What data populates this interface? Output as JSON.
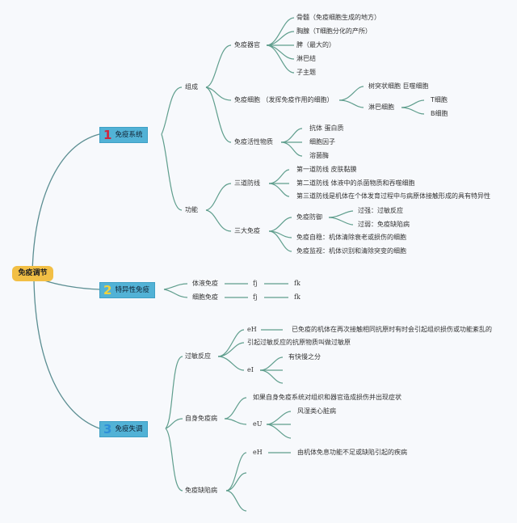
{
  "root": {
    "label": "免疫调节"
  },
  "branches": [
    {
      "number": "1",
      "number_color": "#d0263e",
      "label": "免疫系统",
      "children": {
        "composition": {
          "label": "组成",
          "organs": {
            "label": "免疫器官",
            "items": [
              "骨髓（免疫细胞生成的地方）",
              "胸腺（T细胞分化的产所）",
              "脾（最大的）",
              "淋巴结",
              "子主题"
            ]
          },
          "cells": {
            "label": "免疫细胞 （发挥免疫作用的细胞）",
            "items": [
              {
                "label": "树突状细胞 巨噬细胞"
              },
              {
                "label": "淋巴细胞",
                "items": [
                  "T细胞",
                  "B细胞"
                ]
              }
            ]
          },
          "substances": {
            "label": "免疫活性物质",
            "items": [
              "抗体 蛋白质",
              "细胞因子",
              "溶菌酶"
            ]
          }
        },
        "function": {
          "label": "功能",
          "lines": {
            "label": "三道防线",
            "items": [
              "第一道防线 皮肤黏膜",
              "第二道防线 体液中的杀菌物质和吞噬细胞",
              "第三道防线是机体在个体发育过程中与病原体接触形成的具有特异性"
            ]
          },
          "three": {
            "label": "三大免疫",
            "defense": {
              "label": "免疫防御",
              "items": [
                "过强：过敏反应",
                "过弱：免疫缺陷病"
              ]
            },
            "items": [
              "免疫自稳：机体清除衰老或损伤的细胞",
              "免疫监视：机体识别和清除突变的细胞"
            ]
          }
        }
      }
    },
    {
      "number": "2",
      "number_color": "#f3d23a",
      "label": "特异性免疫",
      "rows": [
        {
          "label": "体液免疫",
          "a": "fj",
          "b": "fk"
        },
        {
          "label": "细胞免疫",
          "a": "fj",
          "b": "fk"
        }
      ]
    },
    {
      "number": "3",
      "number_color": "#2f8fd8",
      "label": "免疫失调",
      "allergy": {
        "label": "过敏反应",
        "eh": "eH",
        "eh_text": "已免疫的机体在再次接触相同抗原时有时会引起组织损伤或功能紊乱的",
        "allergen": "引起过敏反应的抗原物质叫做过敏原",
        "el": "eI",
        "el_items": [
          "有快慢之分"
        ]
      },
      "autoimmune": {
        "label": "自身免疫病",
        "def": "如果自身免疫系统对组织和器官造成损伤并出现症状",
        "eu": "eU",
        "eu_items": [
          "风湿类心脏病"
        ]
      },
      "deficiency": {
        "label": "免疫缺陷病",
        "eh": "eH",
        "eh_text": "由机体免息功能不足或缺陷引起的疾病"
      }
    }
  ]
}
